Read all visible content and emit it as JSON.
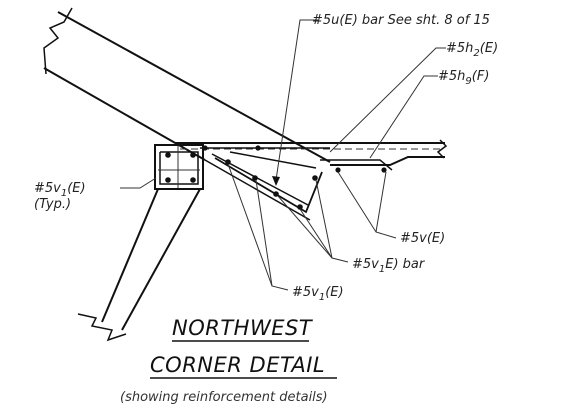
{
  "labels": {
    "u_bar": "#5u(E) bar See sht. 8 of 15",
    "h2_main": "#5h",
    "h2_sub": "2",
    "h2_end": "(E)",
    "h9_main": "#5h",
    "h9_sub": "9",
    "h9_end": "(F)",
    "v1_typ_main": "#5v",
    "v1_typ_sub": "1",
    "v1_typ_end": "(E)",
    "v1_typ_note": "(Typ.)",
    "v_e": "#5v(E)",
    "v1_bar_main": "#5v",
    "v1_bar_sub": "1",
    "v1_bar_end": "E) bar",
    "v1_bottom_main": "#5v",
    "v1_bottom_sub": "1",
    "v1_bottom_end": "(E)"
  },
  "title": {
    "line1": "NORTHWEST",
    "line2": "CORNER DETAIL",
    "subtitle": "(showing reinforcement details)"
  }
}
